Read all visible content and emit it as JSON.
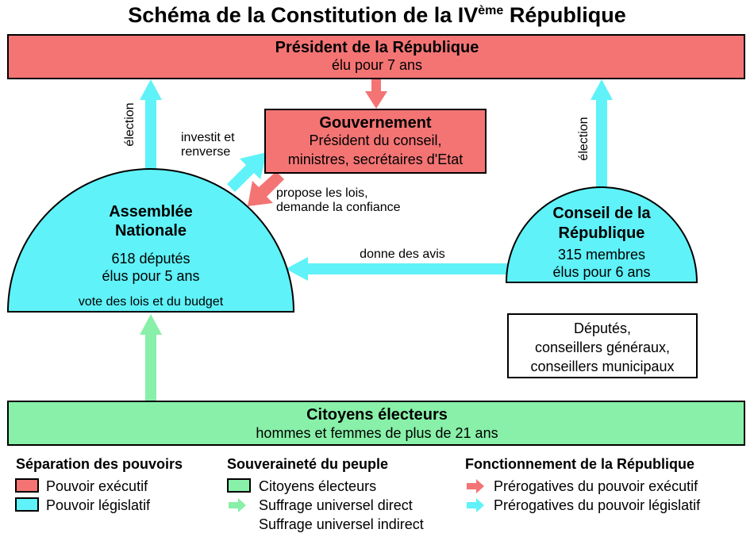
{
  "title": "Schéma de la Constitution de la IV",
  "title_sup": "ème",
  "title_end": " République",
  "colors": {
    "executive": "#f47474",
    "legislative": "#5ff2f8",
    "citizens": "#88f0a8"
  },
  "president": {
    "title": "Président de la République",
    "sub": "élu pour 7 ans"
  },
  "gouvernement": {
    "title": "Gouvernement",
    "line1": "Président du conseil,",
    "line2": "ministres, secrétaires d'Etat"
  },
  "assemblee": {
    "title1": "Assemblée",
    "title2": "Nationale",
    "line1": "618 députés",
    "line2": "élus pour 5 ans",
    "line3": "vote des lois et du budget"
  },
  "conseil": {
    "title1": "Conseil de la",
    "title2": "République",
    "line1": "315 membres",
    "line2": "élus pour 6 ans"
  },
  "electeurs_box": {
    "line1": "Députés,",
    "line2": "conseillers généraux,",
    "line3": "conseillers municipaux"
  },
  "citoyens": {
    "title": "Citoyens électeurs",
    "sub": "hommes et femmes de plus de 21 ans"
  },
  "labels": {
    "election_left": "élection",
    "election_right": "élection",
    "investit1": "investit et",
    "investit2": "renverse",
    "propose1": "propose les lois,",
    "propose2": "demande la confiance",
    "avis": "donne des avis"
  },
  "legend": {
    "sep": {
      "title": "Séparation des pouvoirs",
      "items": [
        "Pouvoir exécutif",
        "Pouvoir législatif"
      ]
    },
    "souv": {
      "title": "Souveraineté du peuple",
      "items": [
        "Citoyens électeurs",
        "Suffrage universel direct",
        "Suffrage universel indirect"
      ]
    },
    "fonc": {
      "title": "Fonctionnement de la République",
      "items": [
        "Prérogatives du pouvoir exécutif",
        "Prérogatives du pouvoir législatif"
      ]
    }
  }
}
